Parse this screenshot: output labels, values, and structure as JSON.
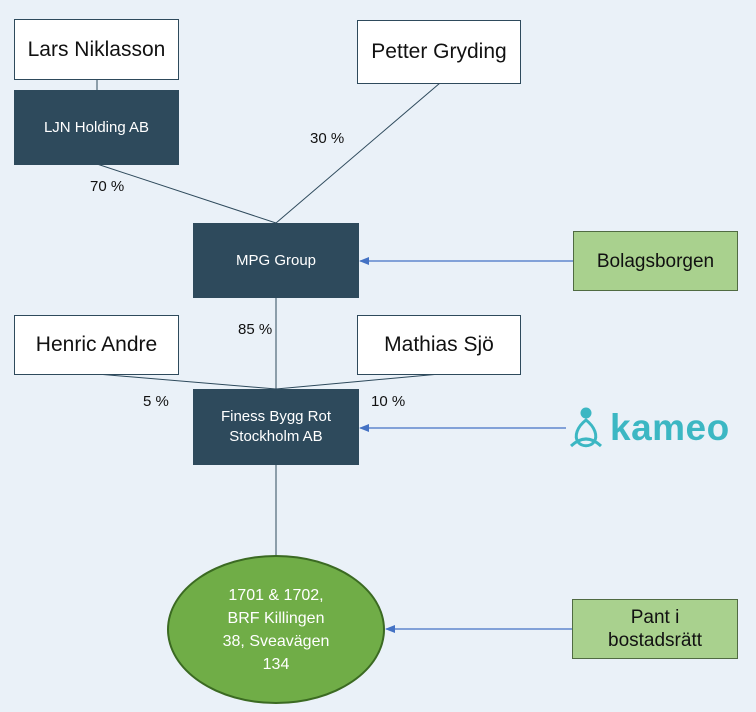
{
  "nodes": {
    "lars": "Lars Niklasson",
    "petter": "Petter Gryding",
    "ljn": "LJN Holding AB",
    "mpg": "MPG Group",
    "bolagsborgen": "Bolagsborgen",
    "henric": "Henric Andre",
    "mathias": "Mathias Sjö",
    "finess_line1": "Finess Bygg Rot",
    "finess_line2": "Stockholm AB",
    "property_line1": "1701 & 1702,",
    "property_line2": "BRF Killingen",
    "property_line3": "38, Sveavägen",
    "property_line4": "134",
    "pant_line1": "Pant i",
    "pant_line2": "bostadsrätt",
    "kameo_logo": "kameo"
  },
  "ownership": {
    "ljn_to_mpg": "70 %",
    "petter_to_mpg": "30 %",
    "mpg_to_finess": "85 %",
    "henric_to_finess": "5 %",
    "mathias_to_finess": "10 %"
  },
  "colors": {
    "background": "#eaf1f8",
    "dark_box": "#2e4a5c",
    "green_box": "#a9d18e",
    "ellipse": "#70ad47",
    "arrow": "#4472c4",
    "kameo": "#3cb7c3"
  },
  "icons": {
    "kameo": "kameo-logo-icon"
  }
}
